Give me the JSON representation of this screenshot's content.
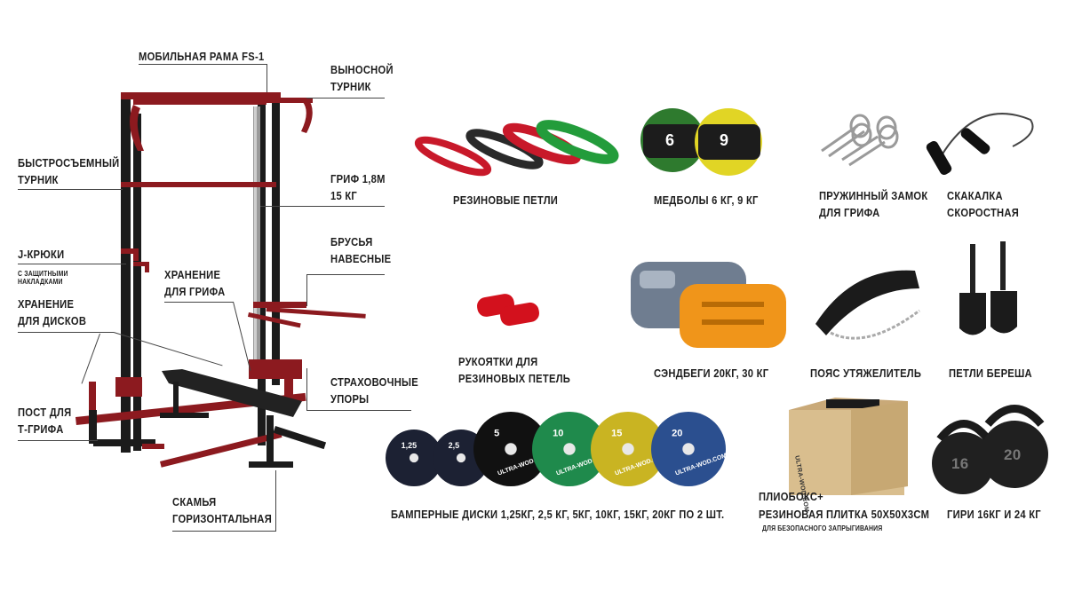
{
  "rack_labels": {
    "mobile_frame": "МОБИЛЬНАЯ РАМА FS-1",
    "outrigger_bar": [
      "ВЫНОСНОЙ",
      "ТУРНИК"
    ],
    "quick_bar": [
      "БЫСТРОСЪЕМНЫЙ",
      "ТУРНИК"
    ],
    "barbell": [
      "ГРИФ 1,8М",
      "15 КГ"
    ],
    "j_hooks": "J-КРЮКИ",
    "j_hooks_note": [
      "С ЗАЩИТНЫМИ",
      "НАКЛАДКАМИ"
    ],
    "dip_bars": [
      "БРУСЬЯ",
      "НАВЕСНЫЕ"
    ],
    "bar_storage": [
      "ХРАНЕНИЕ",
      "ДЛЯ ГРИФА"
    ],
    "plate_storage": [
      "ХРАНЕНИЕ",
      "ДЛЯ ДИСКОВ"
    ],
    "safety": [
      "СТРАХОВОЧНЫЕ",
      "УПОРЫ"
    ],
    "t_bar": [
      "ПОСТ ДЛЯ",
      "Т-ГРИФА"
    ],
    "bench": [
      "СКАМЬЯ",
      "ГОРИЗОНТАЛЬНАЯ"
    ]
  },
  "items": {
    "bands": "РЕЗИНОВЫЕ ПЕТЛИ",
    "medballs": "МЕДБОЛЫ 6 КГ, 9 КГ",
    "collars": [
      "ПРУЖИННЫЙ ЗАМОК",
      "ДЛЯ ГРИФА"
    ],
    "jump_rope": [
      "СКАКАЛКА",
      "СКОРОСТНАЯ"
    ],
    "handles": [
      "РУКОЯТКИ ДЛЯ",
      "РЕЗИНОВЫХ ПЕТЕЛЬ"
    ],
    "sandbags": "СЭНДБЕГИ 20КГ, 30 КГ",
    "dip_belt": "ПОЯС УТЯЖЕЛИТЕЛЬ",
    "ab_straps": "ПЕТЛИ БЕРЕША",
    "bumpers": "БАМПЕРНЫЕ ДИСКИ 1,25КГ, 2,5 КГ, 5КГ, 10КГ, 15КГ, 20КГ ПО 2 ШТ.",
    "plyobox": [
      "ПЛИОБОКС+",
      "РЕЗИНОВАЯ ПЛИТКА 50Х50Х3СМ"
    ],
    "plyobox_note": "ДЛЯ БЕЗОПАСНОГО ЗАПРЫГИВАНИЯ",
    "kettlebells": "ГИРИ 16КГ И 24 КГ"
  },
  "plates": [
    {
      "weight": "1,25",
      "color": "#1c2133"
    },
    {
      "weight": "2,5",
      "color": "#1c2133"
    },
    {
      "weight": "5",
      "color": "#111111"
    },
    {
      "weight": "10",
      "color": "#1f8a4c"
    },
    {
      "weight": "15",
      "color": "#c9b422"
    },
    {
      "weight": "20",
      "color": "#2b4f8f"
    }
  ],
  "plate_brand": "ULTRA-WOD.COM",
  "medball_numbers": [
    "6",
    "9"
  ],
  "kettlebell_numbers": [
    "16",
    "20"
  ],
  "box_brand": "ULTRA-WOD.COM",
  "colors": {
    "rack_red": "#8c1a1f",
    "rack_black": "#1b1b1b",
    "label": "#1e1e1e"
  }
}
